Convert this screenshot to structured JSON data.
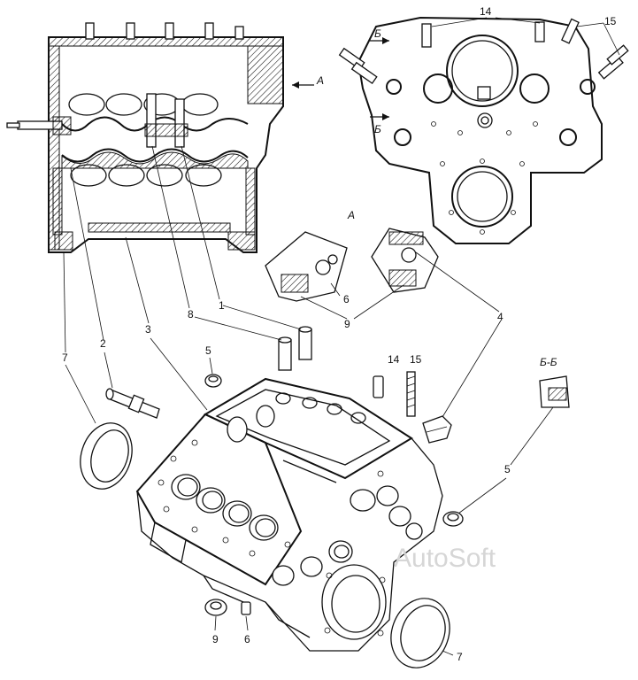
{
  "watermark": "AutoSoft",
  "view_labels": {
    "view_a_top": "А",
    "view_a_arrow": "А",
    "section_b_upper": "Б",
    "section_b_lower": "Б",
    "section_bb": "Б-Б"
  },
  "callouts": {
    "c1": "1",
    "c2": "2",
    "c3": "3",
    "c4": "4",
    "c5_left": "5",
    "c5_right": "5",
    "c6_upper": "6",
    "c6_lower": "6",
    "c7_left": "7",
    "c7_right": "7",
    "c8": "8",
    "c9_upper": "9",
    "c9_lower": "9",
    "c14_top": "14",
    "c14_mid": "14",
    "c15_top": "15",
    "c15_mid": "15"
  }
}
